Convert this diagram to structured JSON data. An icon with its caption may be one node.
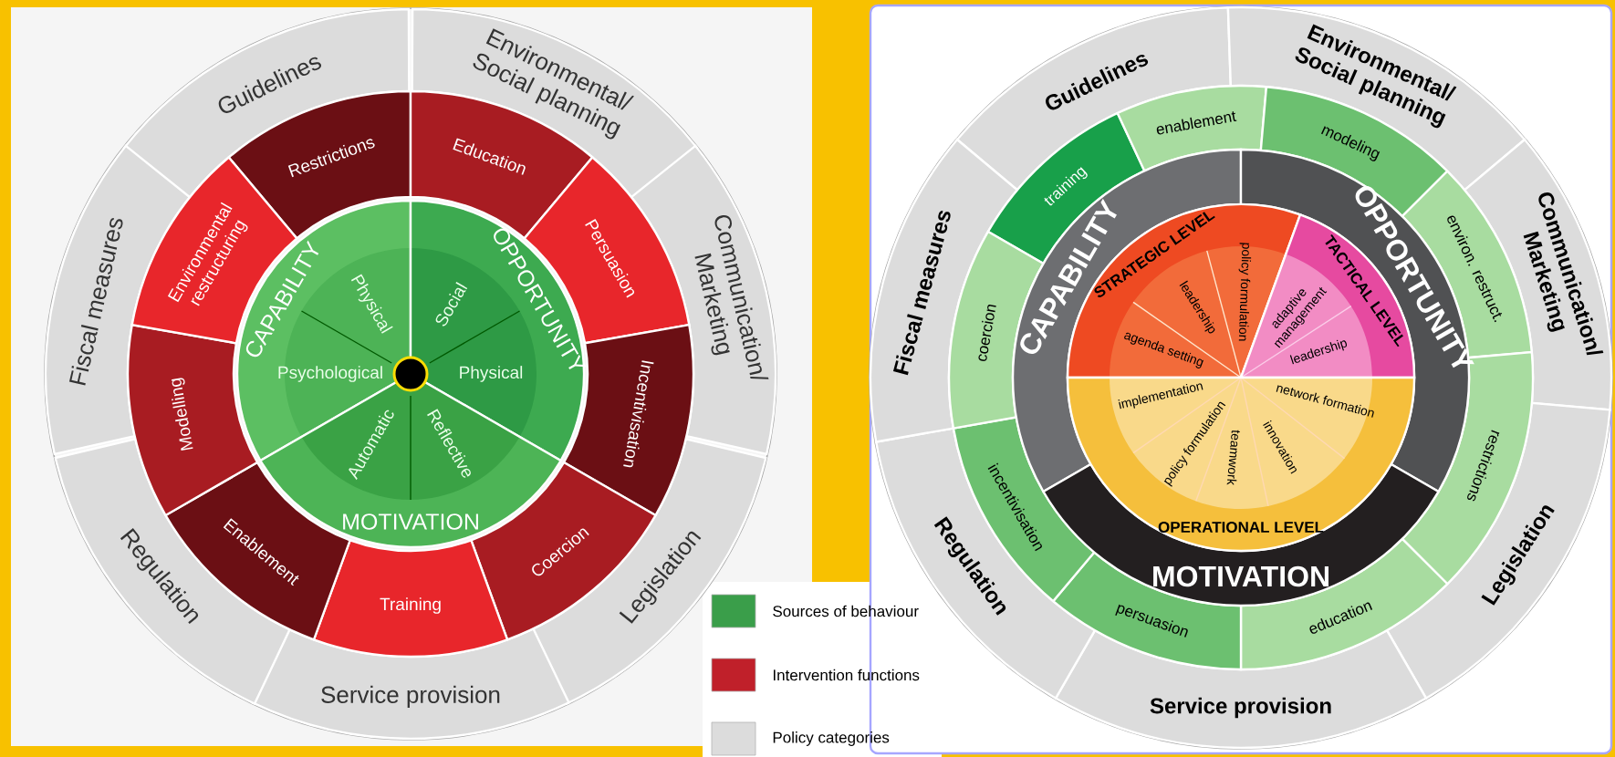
{
  "diagram": {
    "nodes": [
      {
        "text": [
          "Guidelines"
        ]
      },
      {
        "text": [
          "Environmental/ Social planning"
        ]
      },
      {
        "text": [
          "Communication/ Marketing"
        ]
      },
      {
        "text": [
          "Legislation"
        ]
      },
      {
        "text": [
          "Service provision"
        ]
      },
      {
        "text": [
          "Regulation"
        ]
      },
      {
        "text": [
          "Fiscal measures"
        ]
      },
      {
        "text": [
          "Restrictions"
        ]
      },
      {
        "text": [
          "Education"
        ]
      },
      {
        "text": [
          "Persuasion"
        ]
      },
      {
        "text": [
          "Incentivisation"
        ]
      },
      {
        "text": [
          "Coercion"
        ]
      },
      {
        "text": [
          "Training"
        ]
      },
      {
        "text": [
          "Enablement"
        ]
      },
      {
        "text": [
          "Modelling"
        ]
      },
      {
        "text": [
          "Environmental restructuring"
        ]
      },
      {
        "text": [
          "CAPABILITY",
          "Physical",
          "Psychological"
        ]
      },
      {
        "text": [
          "OPPORTUNITY",
          "Social",
          "Physical"
        ]
      },
      {
        "text": [
          "MOTIVATION",
          "Automatic",
          "Reflective"
        ]
      },
      {
        "text": [
          "Guidelines"
        ]
      },
      {
        "text": [
          "Environmental/ Social planning"
        ]
      },
      {
        "text": [
          "Communication/ Marketing"
        ]
      },
      {
        "text": [
          "Legislation"
        ]
      },
      {
        "text": [
          "Service provision"
        ]
      },
      {
        "text": [
          "Regulation"
        ]
      },
      {
        "text": [
          "Fiscal measures"
        ]
      },
      {
        "text": [
          "training"
        ]
      },
      {
        "text": [
          "enablement"
        ]
      },
      {
        "text": [
          "modeling"
        ]
      },
      {
        "text": [
          "environ. restruct."
        ]
      },
      {
        "text": [
          "restrictions"
        ]
      },
      {
        "text": [
          "education"
        ]
      },
      {
        "text": [
          "persuasion"
        ]
      },
      {
        "text": [
          "incentivisation"
        ]
      },
      {
        "text": [
          "coercion"
        ]
      },
      {
        "text": [
          "CAPABILITY"
        ]
      },
      {
        "text": [
          "OPPORTUNITY"
        ]
      },
      {
        "text": [
          "MOTIVATION"
        ]
      },
      {
        "text": [
          "STRATEGIC LEVEL",
          "policy formulation",
          "leadership",
          "agenda setting"
        ]
      },
      {
        "text": [
          "TACTICAL LEVEL",
          "adaptive management",
          "leadership"
        ]
      },
      {
        "text": [
          "OPERATIONAL LEVEL",
          "implementation",
          "network formation",
          "policy formulation",
          "teamwork",
          "innovation"
        ]
      }
    ],
    "legend": [
      {
        "text": "Sources of behaviour",
        "color": "#3a9e4a"
      },
      {
        "text": "Intervention functions",
        "color": "#c0202a"
      },
      {
        "text": "Policy categories",
        "color": "#dcdcdc"
      }
    ]
  }
}
